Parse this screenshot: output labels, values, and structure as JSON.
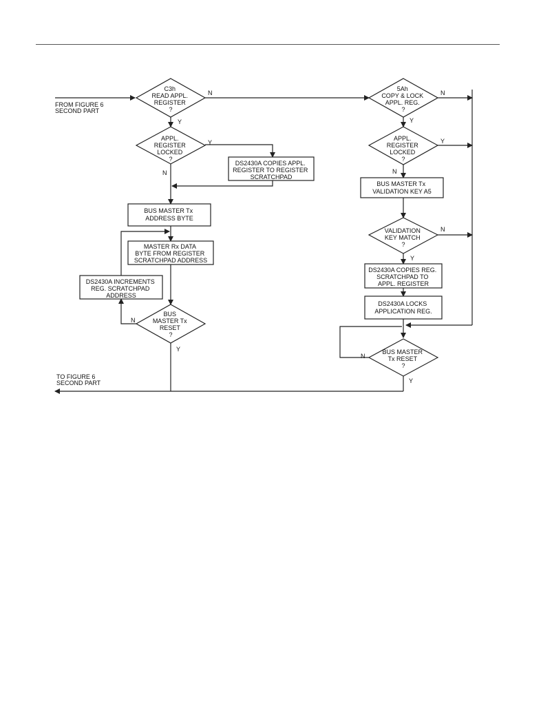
{
  "labels": {
    "from_figure": [
      "FROM FIGURE 6",
      "SECOND PART"
    ],
    "to_figure": [
      "TO FIGURE 6",
      "SECOND PART"
    ]
  },
  "nodes": {
    "read_appl": [
      "C3h",
      "READ APPL.",
      "REGISTER",
      "?"
    ],
    "appl_locked_left": [
      "APPL.",
      "REGISTER",
      "LOCKED",
      "?"
    ],
    "copies_appl": [
      "DS2430A COPIES APPL.",
      "REGISTER TO REGISTER",
      "SCRATCHPAD"
    ],
    "bus_master_tx_addr": [
      "BUS MASTER Tx",
      "ADDRESS BYTE"
    ],
    "master_rx_data": [
      "MASTER Rx DATA",
      "BYTE FROM REGISTER",
      "SCRATCHPAD ADDRESS"
    ],
    "increments": [
      "DS2430A INCREMENTS",
      "REG. SCRATCHPAD",
      "ADDRESS"
    ],
    "bus_master_reset_left": [
      "BUS",
      "MASTER Tx",
      "RESET",
      "?"
    ],
    "copy_lock": [
      "5Ah",
      "COPY & LOCK",
      "APPL. REG.",
      "?"
    ],
    "appl_locked_right": [
      "APPL.",
      "REGISTER",
      "LOCKED",
      "?"
    ],
    "validation_key": [
      "BUS MASTER Tx",
      "VALIDATION KEY A5"
    ],
    "validation_match": [
      "VALIDATION",
      "KEY MATCH",
      "?"
    ],
    "copies_reg": [
      "DS2430A COPIES REG.",
      "SCRATCHPAD TO",
      "APPL. REGISTER"
    ],
    "locks_app": [
      "DS2430A LOCKS",
      "APPLICATION REG."
    ],
    "bus_master_reset_right": [
      "BUS MASTER",
      "Tx RESET",
      "?"
    ]
  },
  "edge_labels": {
    "yes": "Y",
    "no": "N"
  }
}
